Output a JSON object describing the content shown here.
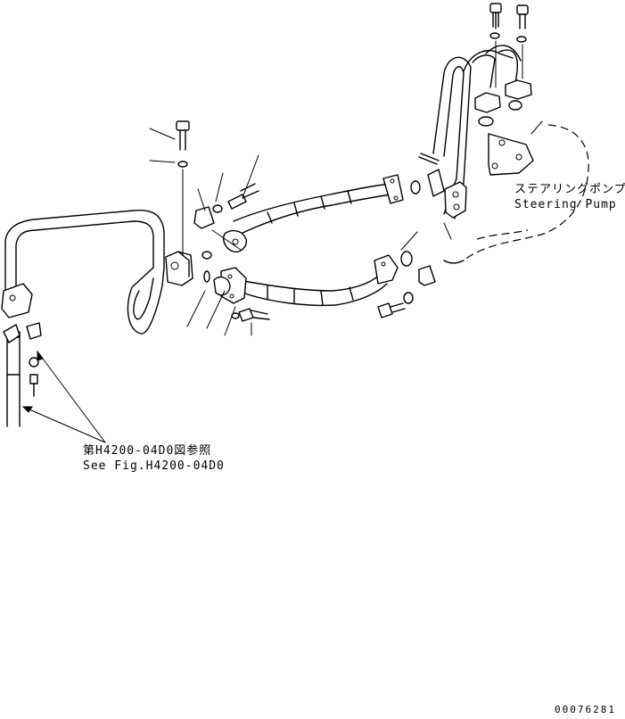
{
  "labels": {
    "pump_jp": "ステアリングポンプ",
    "pump_en": "Steering Pump",
    "ref_jp": "第H4200-04D0図参照",
    "ref_en": "See Fig.H4200-04D0",
    "drawing_no": "00076281"
  },
  "colors": {
    "line": "#000000",
    "paper": "#ffffff"
  }
}
